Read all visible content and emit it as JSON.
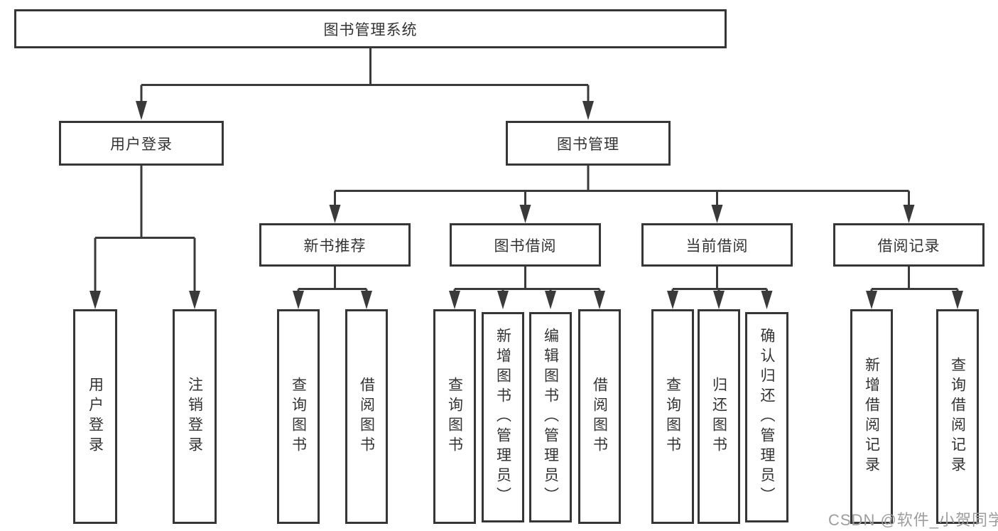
{
  "diagram": {
    "root": {
      "label": "图书管理系统"
    },
    "level2": [
      {
        "label": "用户登录"
      },
      {
        "label": "图书管理"
      }
    ],
    "level3": [
      {
        "label": "新书推荐"
      },
      {
        "label": "图书借阅"
      },
      {
        "label": "当前借阅"
      },
      {
        "label": "借阅记录"
      }
    ],
    "leaves": [
      {
        "label": "用户登录",
        "parent": "用户登录"
      },
      {
        "label": "注销登录",
        "parent": "用户登录"
      },
      {
        "label": "查询图书",
        "parent": "新书推荐"
      },
      {
        "label": "借阅图书",
        "parent": "新书推荐"
      },
      {
        "label": "查询图书",
        "parent": "图书借阅"
      },
      {
        "label": "新增图书（管理员）",
        "parent": "图书借阅"
      },
      {
        "label": "编辑图书（管理员）",
        "parent": "图书借阅"
      },
      {
        "label": "借阅图书",
        "parent": "图书借阅"
      },
      {
        "label": "查询图书",
        "parent": "当前借阅"
      },
      {
        "label": "归还图书",
        "parent": "当前借阅"
      },
      {
        "label": "确认归还（管理员）",
        "parent": "当前借阅"
      },
      {
        "label": "新增借阅记录",
        "parent": "借阅记录"
      },
      {
        "label": "查询借阅记录",
        "parent": "借阅记录"
      }
    ],
    "watermark": "CSDN @软件_小贺同学",
    "colors": {
      "line": "#3a3a3a",
      "border": "#363636",
      "text": "#333333",
      "watermark": "#9d9d9d",
      "background": "#ffffff"
    }
  }
}
